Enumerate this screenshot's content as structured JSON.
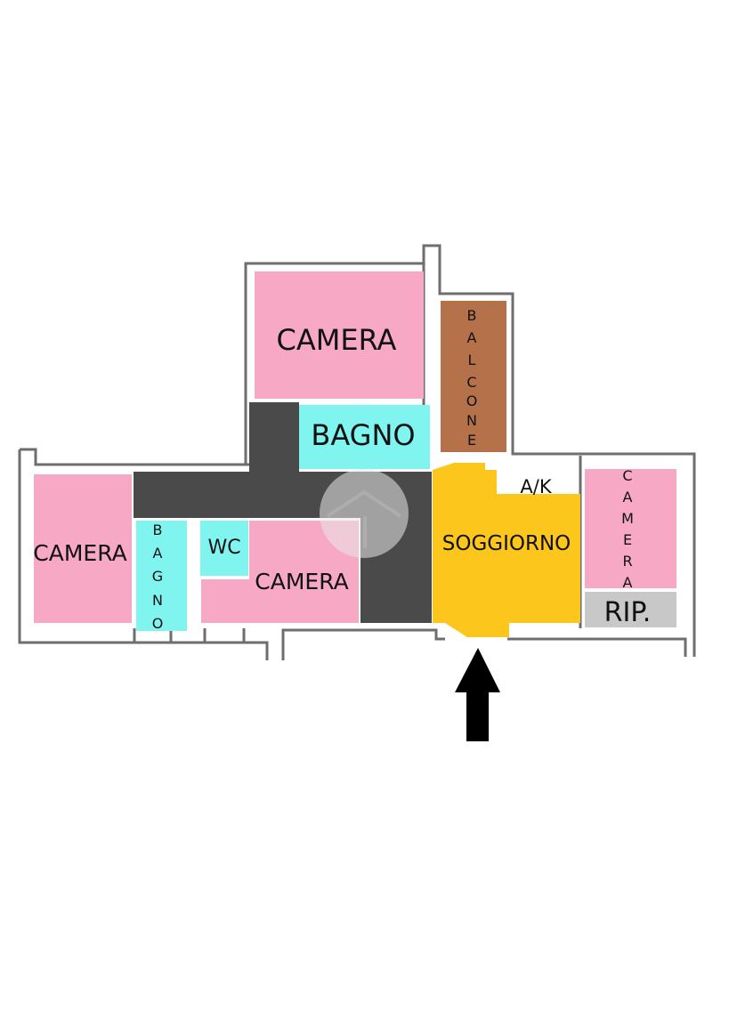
{
  "rooms": {
    "camera_top": "CAMERA",
    "bagno_top": "BAGNO",
    "balcone_letters": [
      "B",
      "A",
      "L",
      "C",
      "O",
      "N",
      "E"
    ],
    "camera_left": "CAMERA",
    "bagno_left_letters": [
      "B",
      "A",
      "G",
      "N",
      "O"
    ],
    "wc": "WC",
    "camera_mid": "CAMERA",
    "soggiorno": "SOGGIORNO",
    "ak": "A/K",
    "camera_right_letters": [
      "C",
      "A",
      "M",
      "E",
      "R",
      "A"
    ],
    "rip": "RIP."
  },
  "colors": {
    "bedroom": "#f7a8c4",
    "bathroom": "#80f5f0",
    "living": "#fcc61c",
    "balcony": "#b5714a",
    "corridor": "#4a4a4a",
    "storage": "#c8c8c8",
    "wall": "#6e6e6e",
    "arrow": "#000000"
  },
  "entrance": {
    "icon": "up-arrow-icon"
  }
}
